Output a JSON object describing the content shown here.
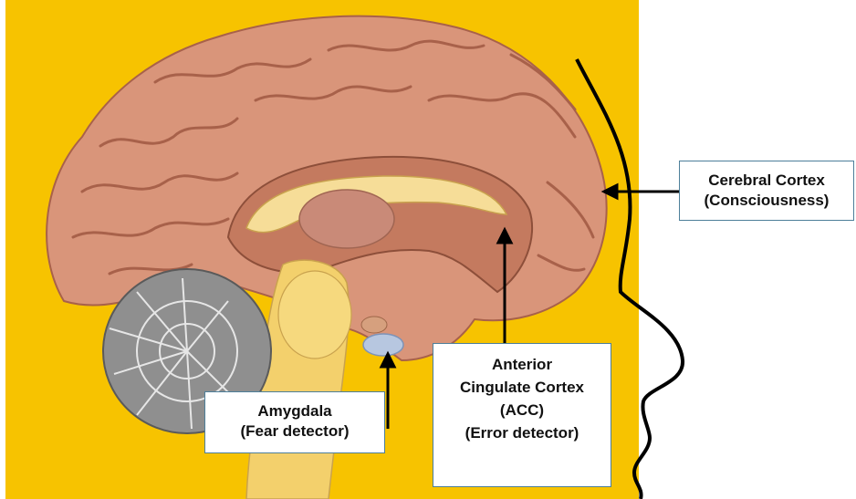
{
  "colors": {
    "background": "#f7c300",
    "brain": "#d9957a",
    "brain_dark": "#b86f55",
    "cerebellum": "#8f8f8f",
    "brainstem": "#f3d06c",
    "label_border": "#4d7f9a",
    "arrow": "#000000"
  },
  "labels": {
    "cortex": {
      "line1": "Cerebral Cortex",
      "line2": "(Consciousness)"
    },
    "acc": {
      "line1": "Anterior",
      "line2": "Cingulate Cortex",
      "line3": "(ACC)",
      "line4": "(Error detector)"
    },
    "amygdala": {
      "line1": "Amygdala",
      "line2": "(Fear detector)"
    }
  }
}
